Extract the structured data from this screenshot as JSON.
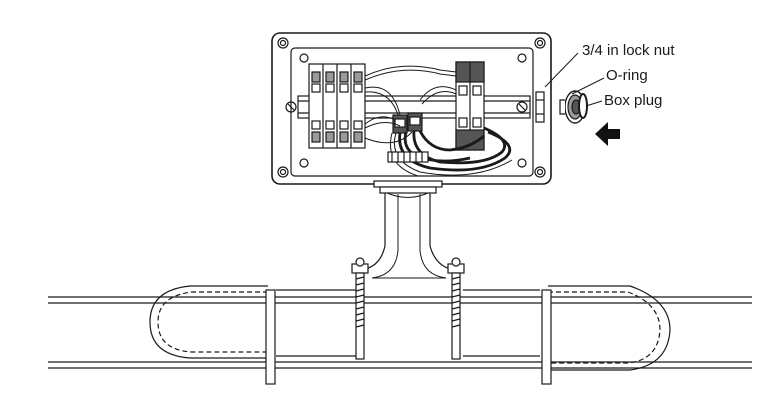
{
  "callouts": {
    "lock_nut": "3/4 in lock nut",
    "o_ring": "O-ring",
    "box_plug": "Box plug"
  },
  "colors": {
    "line": "#1a1a1a",
    "fill": "#ffffff",
    "terminal_gray": "#9a9a9a",
    "terminal_dark": "#555555",
    "arrow": "#111111"
  }
}
